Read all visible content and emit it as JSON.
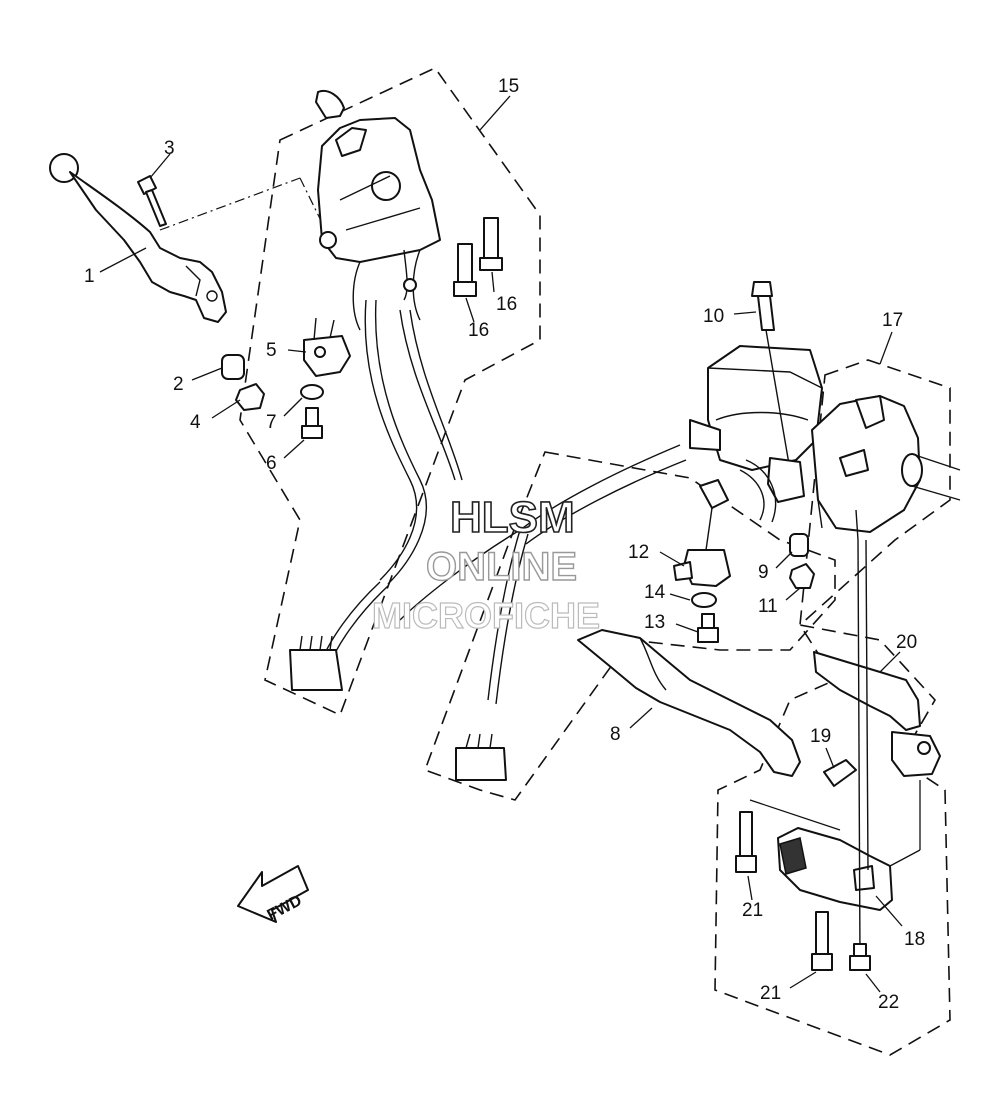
{
  "callouts": [
    "1",
    "2",
    "3",
    "4",
    "5",
    "6",
    "7",
    "8",
    "9",
    "10",
    "11",
    "12",
    "13",
    "14",
    "15",
    "16",
    "16",
    "17",
    "18",
    "19",
    "20",
    "21",
    "21",
    "22"
  ],
  "watermark": {
    "line1": "HLSM",
    "line2": "ONLINE",
    "line3": "MICROFICHE"
  },
  "direction_label": "FWD"
}
